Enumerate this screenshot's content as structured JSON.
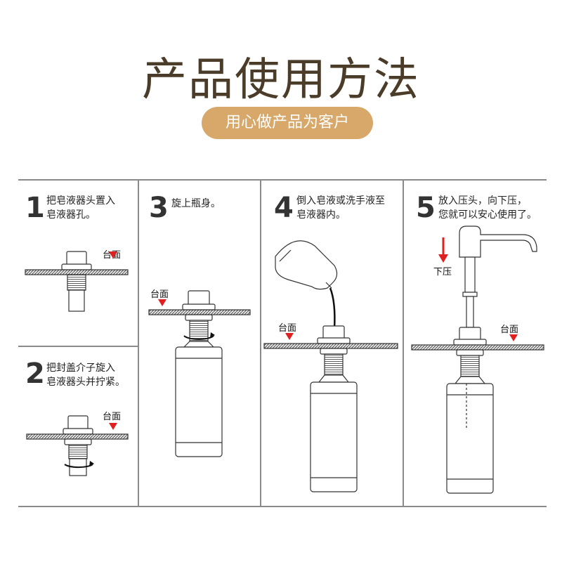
{
  "header": {
    "title": "产品使用方法",
    "subtitle": "用心做产品为客户"
  },
  "colors": {
    "title": "#4a3c28",
    "pill": "#d7a869",
    "frame": "#8a8a8a",
    "arrow_red": "#e02020"
  },
  "steps": [
    {
      "number": "1",
      "line1": "把皂液器头置入",
      "line2": "皂液器孔。",
      "surface": "台面"
    },
    {
      "number": "2",
      "line1": "把封盖介子旋入",
      "line2": "皂液器头并拧紧。",
      "surface": "台面"
    },
    {
      "number": "3",
      "line1": "旋上瓶身。",
      "line2": "",
      "surface": "台面"
    },
    {
      "number": "4",
      "line1": "倒入皂液或洗手液至",
      "line2": "皂液器内。",
      "surface": "台面"
    },
    {
      "number": "5",
      "line1": "放入压头，向下压，",
      "line2": "您就可以安心使用了。",
      "surface": "台面",
      "press_label": "下压"
    }
  ]
}
